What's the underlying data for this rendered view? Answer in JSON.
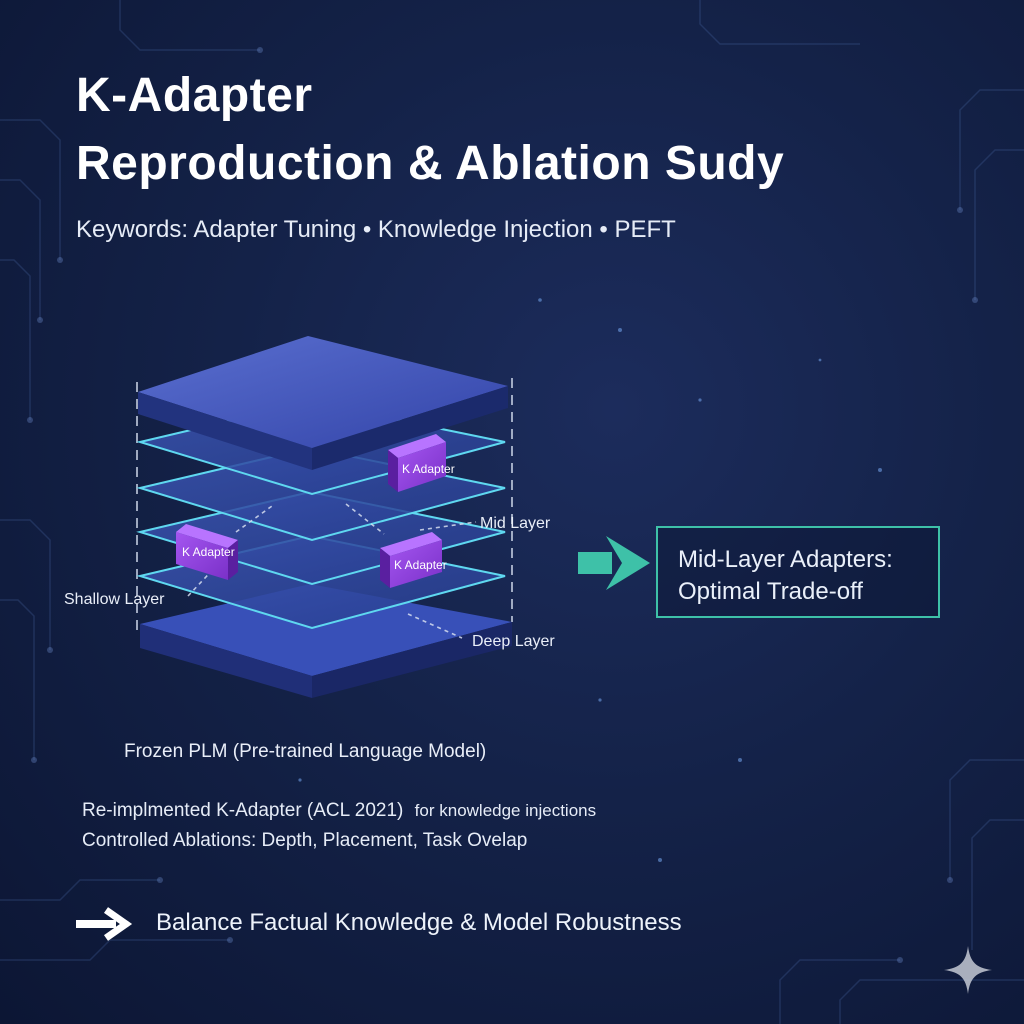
{
  "header": {
    "title_line1": "K-Adapter",
    "title_line2": "Reproduction  & Ablation Sudy",
    "keywords": "Keywords: Adapter Tuning • Knowledge Injection • PEFT"
  },
  "diagram": {
    "adapters": [
      "K Adapter",
      "K Adapter",
      "K Adapter"
    ],
    "labels": {
      "mid": "Mid Layer",
      "shallow": "Shallow Layer",
      "deep": "Deep Layer",
      "caption": "Frozen PLM (Pre-trained Language Model)"
    },
    "callout": {
      "line1": "Mid-Layer Adapters:",
      "line2": "Optimal Trade-off"
    }
  },
  "notes": {
    "line1": "Re-implmented K-Adapter (ACL 2021)",
    "line1_suffix": "for knowledge injections",
    "line2": "Controlled Ablations: Depth, Placement, Task Ovelap"
  },
  "footer": {
    "text": "Balance Factual Knowledge & Model Robustness"
  },
  "icons": {
    "callout_arrow": "arrow-right-icon",
    "footer_arrow": "arrow-right-icon",
    "corner": "sparkle-icon"
  },
  "colors": {
    "accent_teal": "#3ec1a8",
    "adapter_purple": "#8e3fd8",
    "layer_edge": "#5fd8f0"
  }
}
